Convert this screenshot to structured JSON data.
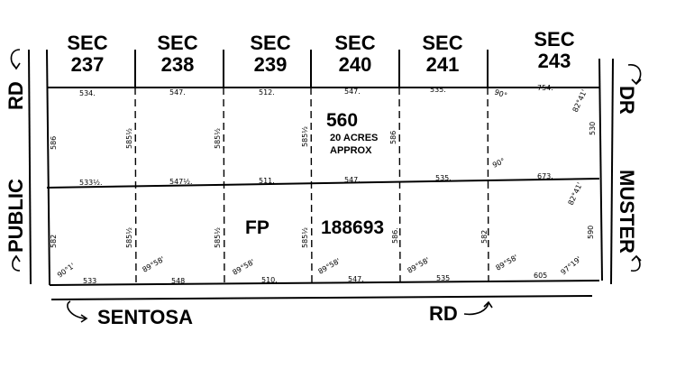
{
  "sections": [
    {
      "label": "SEC",
      "number": "237"
    },
    {
      "label": "SEC",
      "number": "238"
    },
    {
      "label": "SEC",
      "number": "239"
    },
    {
      "label": "SEC",
      "number": "240"
    },
    {
      "label": "SEC",
      "number": "241"
    },
    {
      "label": "SEC",
      "number": "243"
    }
  ],
  "roads": {
    "public": "PUBLIC",
    "public_rd": "RD",
    "muster": "MUSTER",
    "muster_dr": "DR",
    "sentosa": "SENTOSA",
    "sentosa_rd": "RD"
  },
  "parcel": {
    "number": "560",
    "area": "20 ACRES",
    "approx": "APPROX"
  },
  "fp": {
    "label": "FP",
    "number": "188693"
  },
  "dims": {
    "top": [
      "534.",
      "547.",
      "512.",
      "547.",
      "535.",
      "754."
    ],
    "mid": [
      "533½.",
      "547½.",
      "511.",
      "547.",
      "535.",
      "673."
    ],
    "bottom": [
      "533",
      "548",
      "510.",
      "547.",
      "535",
      "605"
    ],
    "upper_side": [
      "586",
      "585½",
      "585½",
      "585½",
      "586",
      "530"
    ],
    "lower_side": [
      "582",
      "585½",
      "585½",
      "585½",
      "586.",
      "582",
      "590"
    ],
    "angles_top": [
      "90°",
      "90°",
      "82°41'"
    ],
    "angles_lower": [
      "82°41'",
      "90°1'",
      "89°58'",
      "89°58'",
      "89°58'",
      "89°58'",
      "89°58'",
      "97°19'"
    ]
  }
}
